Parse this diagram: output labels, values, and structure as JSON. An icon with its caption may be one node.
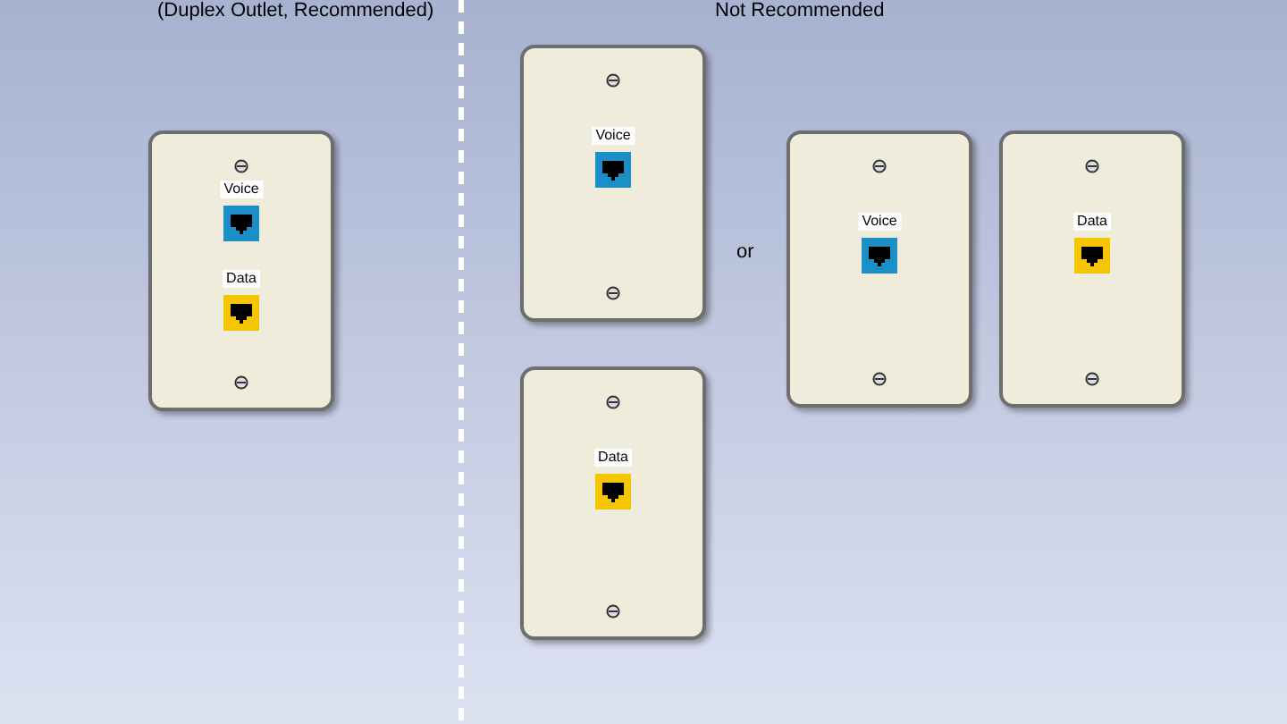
{
  "diagram": {
    "nodes": [
      {
        "text": [
          "Voice",
          "Data"
        ]
      },
      {
        "text": [
          "Voice"
        ]
      },
      {
        "text": [
          "Data"
        ]
      },
      {
        "text": [
          "Voice"
        ]
      },
      {
        "text": [
          "Data"
        ]
      }
    ],
    "labels": [
      "(Duplex Outlet, Recommended)",
      "Not Recommended",
      "or"
    ]
  }
}
